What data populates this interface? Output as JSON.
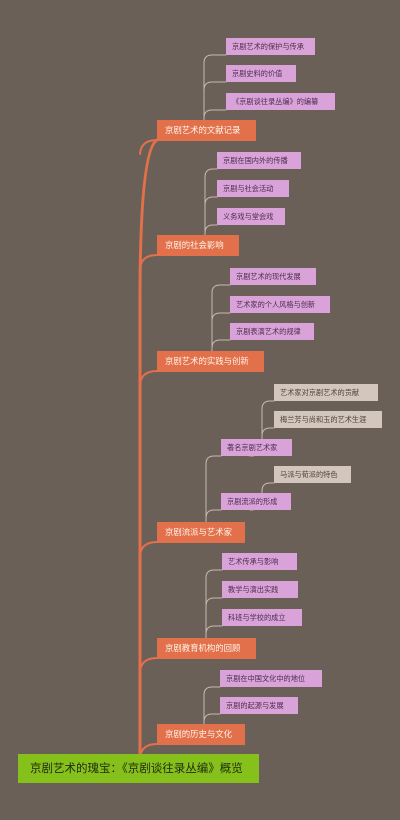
{
  "root": "京剧艺术的瑰宝：《京剧谈往录丛编》概览",
  "branches": [
    {
      "label": "京剧艺术的文献记录",
      "children": [
        {
          "label": "京剧艺术的保护与传承"
        },
        {
          "label": "京剧史料的价值"
        },
        {
          "label": "《京剧谈往录丛编》的编纂"
        }
      ]
    },
    {
      "label": "京剧的社会影响",
      "children": [
        {
          "label": "京剧在国内外的传播"
        },
        {
          "label": "京剧与社会活动"
        },
        {
          "label": "义务戏与堂会戏"
        }
      ]
    },
    {
      "label": "京剧艺术的实践与创新",
      "children": [
        {
          "label": "京剧艺术的现代发展"
        },
        {
          "label": "艺术家的个人风格与创新"
        },
        {
          "label": "京剧表演艺术的规律"
        }
      ]
    },
    {
      "label": "京剧流派与艺术家",
      "children": [
        {
          "label": "著名京剧艺术家",
          "children": [
            {
              "label": "艺术家对京剧艺术的贡献"
            },
            {
              "label": "梅兰芳与尚和玉的艺术生涯"
            }
          ]
        },
        {
          "label": "京剧流派的形成",
          "children": [
            {
              "label": "马派与荀派的特色"
            }
          ]
        }
      ]
    },
    {
      "label": "京剧教育机构的回顾",
      "children": [
        {
          "label": "艺术传承与影响"
        },
        {
          "label": "教学与演出实践"
        },
        {
          "label": "科班与学校的成立"
        }
      ]
    },
    {
      "label": "京剧的历史与文化",
      "children": [
        {
          "label": "京剧在中国文化中的地位"
        },
        {
          "label": "京剧的起源与发展"
        }
      ]
    }
  ],
  "colors": {
    "background": "#6b6058",
    "root": "#86c01b",
    "topic": "#e2704a",
    "subtopic": "#d9a3d9",
    "leaf": "#d3c6bd",
    "trunk_line": "#e2704a",
    "branch_line": "#c9b8b0"
  }
}
